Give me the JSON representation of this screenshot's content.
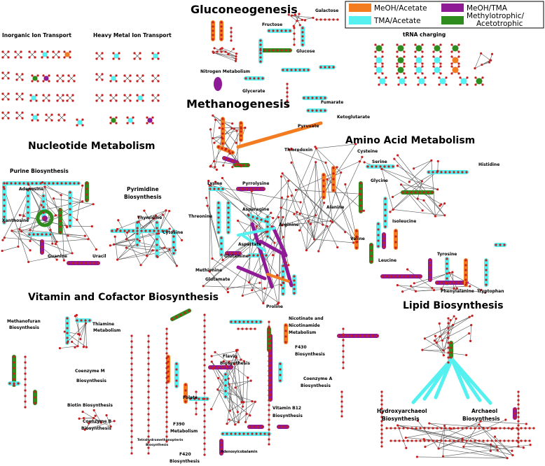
{
  "colors": {
    "meoh_acetate": "#f47c20",
    "meoh_tma": "#8e1a96",
    "tma_acetate": "#55f0f0",
    "methylotrophic_acetotrophic": "#2e8b1e",
    "node": "#c81e1e",
    "edge": "#555555"
  },
  "legend": {
    "items": [
      {
        "label": "MeOH/Acetate",
        "color_key": "meoh_acetate"
      },
      {
        "label": "MeOH/TMA",
        "color_key": "meoh_tma"
      },
      {
        "label": "TMA/Acetate",
        "color_key": "tma_acetate"
      },
      {
        "label_line1": "Methylotrophic/",
        "label_line2": "Acetotrophic",
        "color_key": "methylotrophic_acetotrophic"
      }
    ]
  },
  "sections": {
    "gluconeogenesis": "Gluconeogenesis",
    "methanogenesis": "Methanogenesis",
    "nucleotide": "Nucleotide Metabolism",
    "amino_acid": "Amino Acid Metabolism",
    "vitamin": "Vitamin and Cofactor Biosynthesis",
    "lipid": "Lipid Biosynthesis",
    "inorganic": "Inorganic Ion Transport",
    "heavy_metal": "Heavy Metal Ion Transport",
    "trna": "tRNA charging",
    "nitrogen": "Nitrogen Metabolism",
    "purine": "Purine Biosynthesis",
    "pyrimidine_1": "Pyrimidine",
    "pyrimidine_2": "Biosynthesis"
  },
  "labels": {
    "galactose": "Galactose",
    "fructose": "Fructose",
    "glucose": "Glucose",
    "glycerate": "Glycerate",
    "fumarate": "Fumarate",
    "pyruvate": "Pyruvate",
    "ketoglutarate": "Ketoglutarate",
    "thioredoxin": "Thioredoxin",
    "cysteine": "Cysteine",
    "serine": "Serine",
    "glycine": "Glycine",
    "histidine": "Histidine",
    "alanine": "Alanine",
    "isoleucine": "Isoleucine",
    "valine": "Valine",
    "leucine": "Leucine",
    "tyrosine": "Tyrosine",
    "phenylalanine": "Phenylalanine",
    "tryptophan": "Tryptophan",
    "adenosine": "Adenosine",
    "xanthosine": "Xanthosine",
    "guanine": "Guanine",
    "thymidine": "Thymidine",
    "cytosine": "Cytosine",
    "uracil": "Uracil",
    "lysine": "Lysine",
    "pyrrolysine": "Pyrrolysine",
    "threonine": "Threonine",
    "asparagine": "Asparagine",
    "arginine": "Arginine",
    "aspartate": "Aspartate",
    "glutamine": "Glutamine",
    "methionine": "Methionine",
    "glutamate": "Glutamate",
    "proline": "Proline",
    "methanofuran_1": "Methanofuran",
    "methanofuran_2": "Biosynthesis",
    "thiamine_1": "Thiamine",
    "thiamine_2": "Metabolism",
    "coenzyme_m_1": "Coenzyme M",
    "coenzyme_m_2": "Biosynthesis",
    "biotin": "Biotin Biosynthesis",
    "coenzyme_b_1": "Coenzyme B",
    "coenzyme_b_2": "Biosynthesis",
    "thmpt_1": "Tetrahydromethanopterin",
    "thmpt_2": "Biosynthesis",
    "folate": "Folate",
    "f390_1": "F390",
    "f390_2": "Metabolism",
    "f420_1": "F420",
    "f420_2": "Biosynthesis",
    "flavin_1": "Flavin",
    "flavin_2": "Biosynthesis",
    "nicotinate_1": "Nicotinate and",
    "nicotinate_2": "Nicotinamide",
    "nicotinate_3": "Metabolism",
    "f430_1": "F430",
    "f430_2": "Biosynthesis",
    "coenzyme_a_1": "Coenzyme A",
    "coenzyme_a_2": "Biosynthesis",
    "b12_1": "Vitamin B12",
    "b12_2": "Biosynthesis",
    "adenosylcobalamin": "Adenosylcobalamin",
    "hydroxyarchaeol_1": "Hydroxyarchaeol",
    "hydroxyarchaeol_2": "Biosynthesis",
    "archaeol_1": "Archaeol",
    "archaeol_2": "Biosynthesis"
  }
}
